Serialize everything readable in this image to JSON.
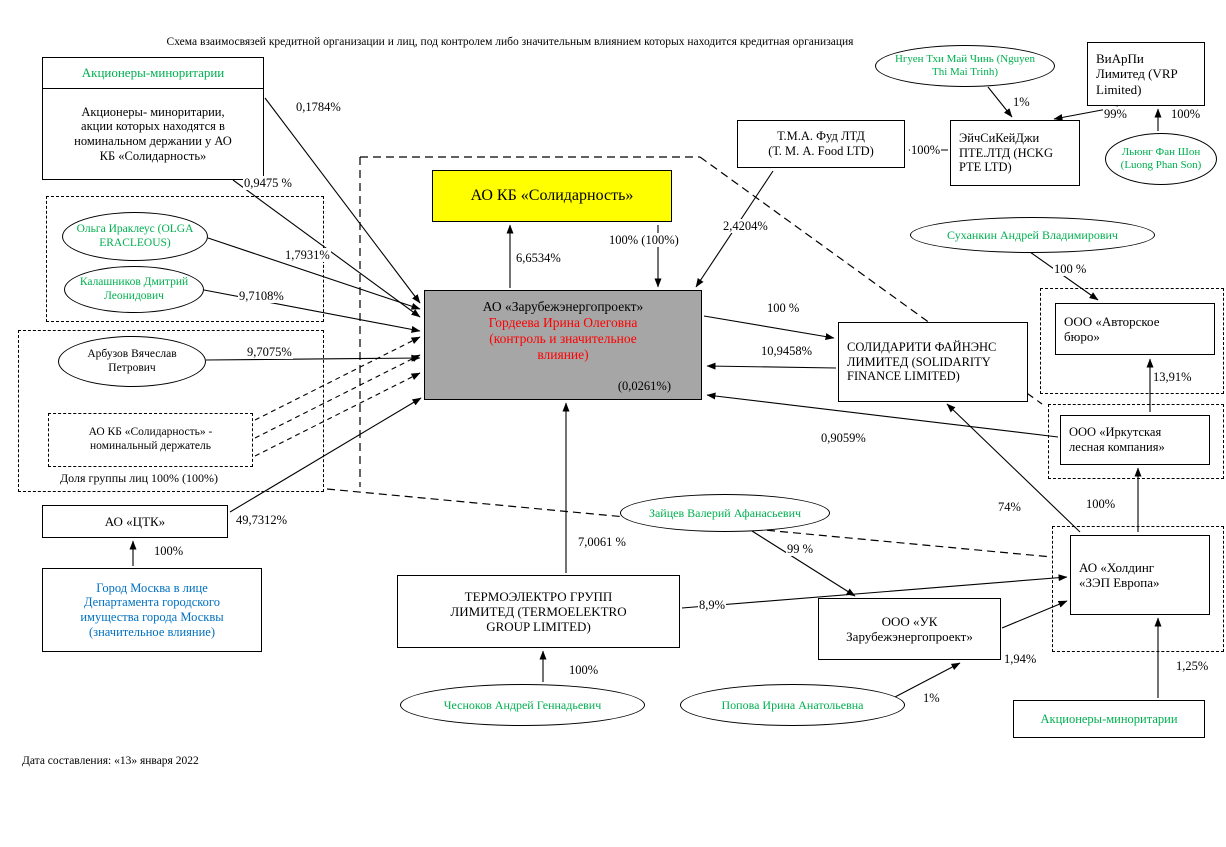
{
  "title": "Схема взаимосвязей кредитной организации и лиц, под контролем либо значительным влиянием которых находится кредитная организация",
  "footer": {
    "date_note": "Дата составления: «13» января 2022"
  },
  "colors": {
    "highlight_bank": "#FFFF00",
    "control_box": "#A6A6A6",
    "person_green": "#00B050",
    "entity_blue": "#0070C0",
    "control_red": "#FF0000"
  },
  "nodes": {
    "minority_top": {
      "title": "Акционеры-миноритарии",
      "subtitle": "Акционеры- миноритарии,\nакции которых находятся в\nноминальном держании у АО\nКБ «Солидарность»"
    },
    "bank": {
      "label": "АО КБ «Солидарность»"
    },
    "zep": {
      "title": "АО «Зарубежэнергопроект»",
      "person": "Гордеева Ирина Олеговна\n(контроль и значительное\nвлияние)",
      "share": "(0,0261%)"
    },
    "olga": {
      "label": "Ольга Ираклеус (OLGA\nERACLEOUS)"
    },
    "kalashnikov": {
      "label": "Калашников Дмитрий\nЛеонидович"
    },
    "arbuzov": {
      "label": "Арбузов Вячеслав\nПетрович"
    },
    "nominee": {
      "label": "АО КБ «Солидарность» -\nноминальный держатель"
    },
    "group_share": {
      "label": "Доля группы лиц 100% (100%)"
    },
    "ctk": {
      "label": "АО «ЦТК»"
    },
    "moscow": {
      "label": "Город Москва в лице\nДепартамента городского\nимущества города Москвы\n(значительное влияние)"
    },
    "termo": {
      "label": "ТЕРМОЭЛЕКТРО ГРУПП\nЛИМИТЕД (TERMOELEKTRO\nGROUP LIMITED)"
    },
    "chesnokov": {
      "label": "Чесноков Андрей Геннадьевич"
    },
    "zaitsev": {
      "label": "Зайцев Валерий Афанасьевич"
    },
    "popova": {
      "label": "Попова Ирина Анатольевна"
    },
    "uk_zep": {
      "label": "ООО «УК\nЗарубежэнергопроект»"
    },
    "solidarity_finance": {
      "label": "СОЛИДАРИТИ ФАЙНЭНС\nЛИМИТЕД (SOLIDARITY\nFINANCE LIMITED)"
    },
    "tma_food": {
      "label": "Т.М.А. Фуд ЛТД\n(Т. М. А. Food LTD)"
    },
    "hckg": {
      "label": "ЭйчСиКейДжи\nПТЕ.ЛТД (HCKG\nPTE LTD)"
    },
    "nguyen": {
      "label": "Нгуен Тхи Май Чинь (Nguyen\nThi Mai Trinh)"
    },
    "vrp": {
      "label": "ВиАрПи\nЛимитед (VRP\nLimited)"
    },
    "luong": {
      "label": "Льюнг Фан Шон\n(Luong Phan Son)"
    },
    "sukhankin": {
      "label": "Суханкин Андрей Владимирович"
    },
    "avtorskoe": {
      "label": "ООО «Авторское\nбюро»"
    },
    "irkutsk": {
      "label": "ООО «Иркутская\nлесная компания»"
    },
    "zep_holding": {
      "label": "АО «Холдинг\n«ЗЭП Европа»"
    },
    "minority_bottom": {
      "label": "Акционеры-миноритарии"
    }
  },
  "edge_labels": {
    "minority_top_to_zep": "0,1784%",
    "minority_nominee_to_zep": "0,9475 %",
    "olga_to_zep": "1,7931%",
    "kalashnikov_to_zep": "9,7108%",
    "arbuzov_to_zep": "9,7075%",
    "zep_to_bank": "6,6534%",
    "group_to_bank": "100% (100%)",
    "tma_to_zep": "2,4204%",
    "hckg_to_tma": "100%",
    "nguyen_to_hckg": "1%",
    "vrp_to_hckg": "99%",
    "luong_to_vrp": "100%",
    "sukhankin_to_avtorskoe": "100 %",
    "zep_to_solidarity": "100 %",
    "solidarity_to_zep": "10,9458%",
    "irkutsk_to_avtorskoe": "13,91%",
    "irkutsk_to_zep": "0,9059%",
    "holding_to_solidarity": "74%",
    "holding_to_irkutsk": "100%",
    "ctk_to_zep": "49,7312%",
    "moscow_to_ctk": "100%",
    "termo_to_zep": "7,0061 %",
    "zaitsev_to_uk": "99 %",
    "termo_to_holding": "8,9%",
    "chesnokov_to_termo": "100%",
    "popova_to_uk": "1%",
    "uk_to_holding": "1,94%",
    "minority_to_holding": "1,25%"
  }
}
